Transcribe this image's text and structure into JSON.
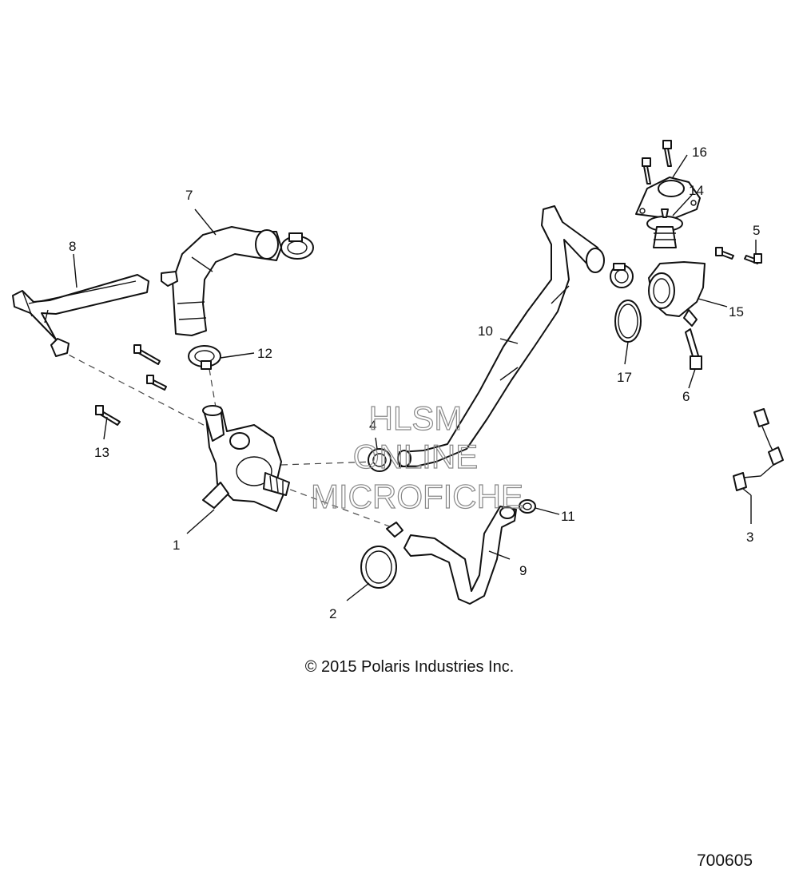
{
  "copyright": "© 2015 Polaris Industries Inc.",
  "diagram_id": "700605",
  "watermark": {
    "line1": "HLSM",
    "line2": "ONLINE",
    "line3": "MICROFICHE"
  },
  "callouts": {
    "c1": "1",
    "c2": "2",
    "c3": "3",
    "c4": "4",
    "c5": "5",
    "c6": "6",
    "c7": "7",
    "c8": "8",
    "c9": "9",
    "c10": "10",
    "c11": "11",
    "c12": "12",
    "c13": "13",
    "c14": "14",
    "c15": "15",
    "c16": "16",
    "c17": "17"
  }
}
